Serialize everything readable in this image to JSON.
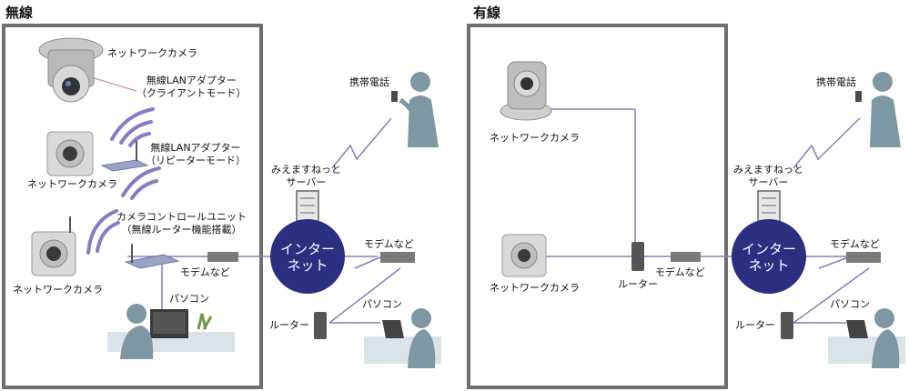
{
  "wireless": {
    "heading": "無線",
    "camera_dome": "ネットワークカメラ",
    "adapter_client": [
      "無線LANアダプター",
      "（クライアントモード）"
    ],
    "adapter_repeater": [
      "無線LANアダプター",
      "（リピーターモード）"
    ],
    "camera_cube_1": "ネットワークカメラ",
    "control_unit": [
      "カメラコントロールユニット",
      "（無線ルーター機能搭載）"
    ],
    "camera_cube_2": "ネットワークカメラ",
    "modem_inside": "モデムなど",
    "pc_inside": "パソコン",
    "phone": "携帯電話",
    "server": [
      "みえますねっと",
      "サーバー"
    ],
    "internet": [
      "インター",
      "ネット"
    ],
    "modem_outside": "モデムなど",
    "router": "ルーター",
    "pc_outside": "パソコン"
  },
  "wired": {
    "heading": "有線",
    "camera_dome": "ネットワークカメラ",
    "camera_cube": "ネットワークカメラ",
    "router_inside": "ルーター",
    "modem_inside": "モデムなど",
    "phone": "携帯電話",
    "server": [
      "みえますねっと",
      "サーバー"
    ],
    "internet": [
      "インター",
      "ネット"
    ],
    "modem_outside": "モデムなど",
    "router": "ルーター",
    "pc_outside": "パソコン"
  },
  "colors": {
    "internet": "#2b2f7f",
    "lines": "#8a7bbf",
    "box_border": "#6f6f6f",
    "figure": "#7d97a3",
    "wave": "#8b7ac2"
  }
}
